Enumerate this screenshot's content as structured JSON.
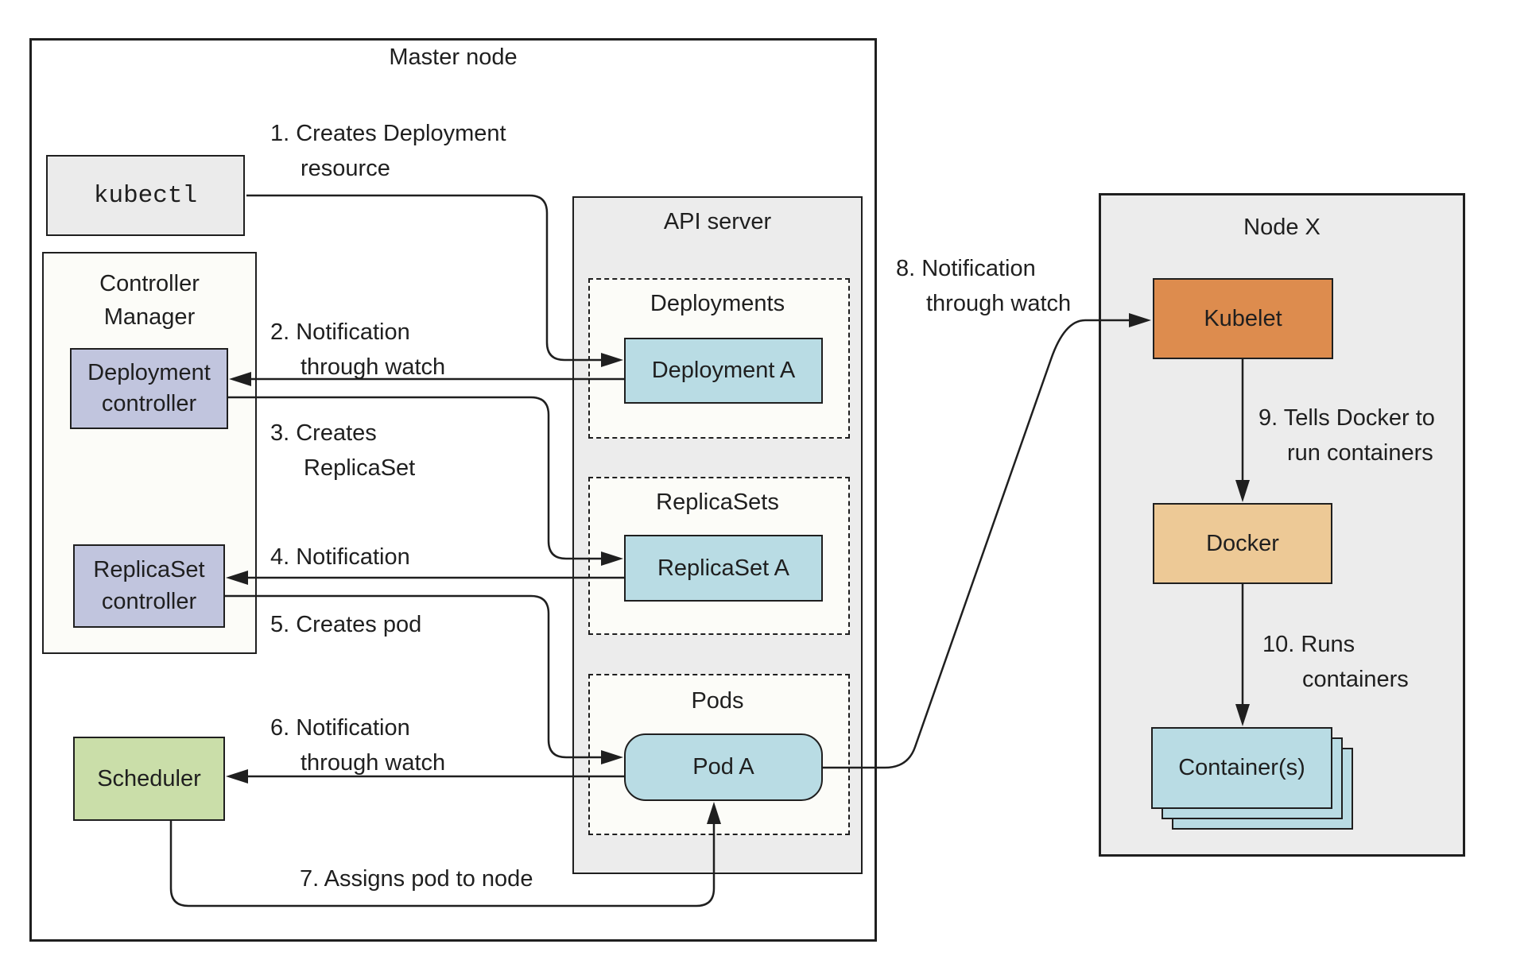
{
  "diagram": {
    "master_node": {
      "title": "Master node"
    },
    "kubectl": {
      "label": "kubectl"
    },
    "controller_manager": {
      "title_line1": "Controller",
      "title_line2": "Manager"
    },
    "deployment_controller": {
      "line1": "Deployment",
      "line2": "controller"
    },
    "replicaset_controller": {
      "line1": "ReplicaSet",
      "line2": "controller"
    },
    "scheduler": {
      "label": "Scheduler"
    },
    "api_server": {
      "title": "API server",
      "deployments": {
        "title": "Deployments",
        "item": "Deployment A"
      },
      "replicasets": {
        "title": "ReplicaSets",
        "item": "ReplicaSet A"
      },
      "pods": {
        "title": "Pods",
        "item": "Pod A"
      }
    },
    "node_x": {
      "title": "Node X",
      "kubelet": "Kubelet",
      "docker": "Docker",
      "containers": "Container(s)"
    },
    "steps": {
      "s1": {
        "line1": "1. Creates Deployment",
        "line2": "resource"
      },
      "s2": {
        "line1": "2. Notification",
        "line2": "through watch"
      },
      "s3": {
        "line1": "3. Creates",
        "line2": "ReplicaSet"
      },
      "s4": {
        "line1": "4. Notification"
      },
      "s5": {
        "line1": "5. Creates pod"
      },
      "s6": {
        "line1": "6. Notification",
        "line2": "through watch"
      },
      "s7": {
        "line1": "7. Assigns pod to node"
      },
      "s8": {
        "line1": "8. Notification",
        "line2": "through watch"
      },
      "s9": {
        "line1": "9. Tells Docker to",
        "line2": "run containers"
      },
      "s10": {
        "line1": "10. Runs",
        "line2": "containers"
      }
    },
    "palette": {
      "ink": "#1f1f1f",
      "panel": "#ececec",
      "near_white": "#fcfcf8",
      "light_gray": "#ebebeb",
      "blue": "#b9dce4",
      "lavender": "#c1c5de",
      "green": "#cadea9",
      "orange": "#dd8c4e",
      "tan": "#edc996",
      "paper": "#ffffff"
    }
  }
}
